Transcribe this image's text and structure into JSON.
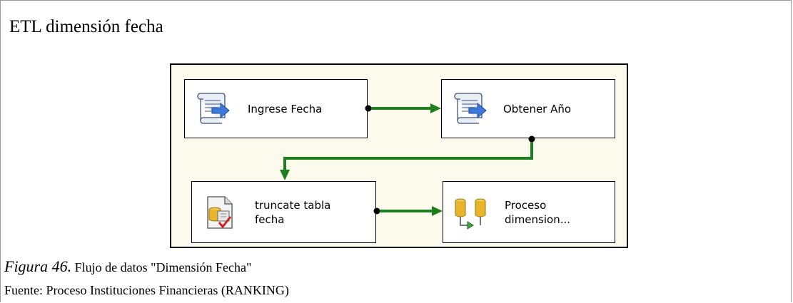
{
  "title": "ETL dimensión fecha",
  "tasks": {
    "ingrese": {
      "label": "Ingrese Fecha",
      "icon": "script-task-icon"
    },
    "obtener": {
      "label": "Obtener Año",
      "icon": "script-task-icon"
    },
    "truncate": {
      "label": "truncate tabla\nfecha",
      "icon": "execute-sql-task-icon"
    },
    "proceso": {
      "label": "Proceso\ndimension...",
      "icon": "data-flow-task-icon"
    }
  },
  "connector_color": "#1e7f1e",
  "caption": {
    "figure": "Figura 46.",
    "text": " Flujo de datos \"Dimensión Fecha\""
  },
  "source": "Fuente: Proceso Instituciones Financieras (RANKING)"
}
